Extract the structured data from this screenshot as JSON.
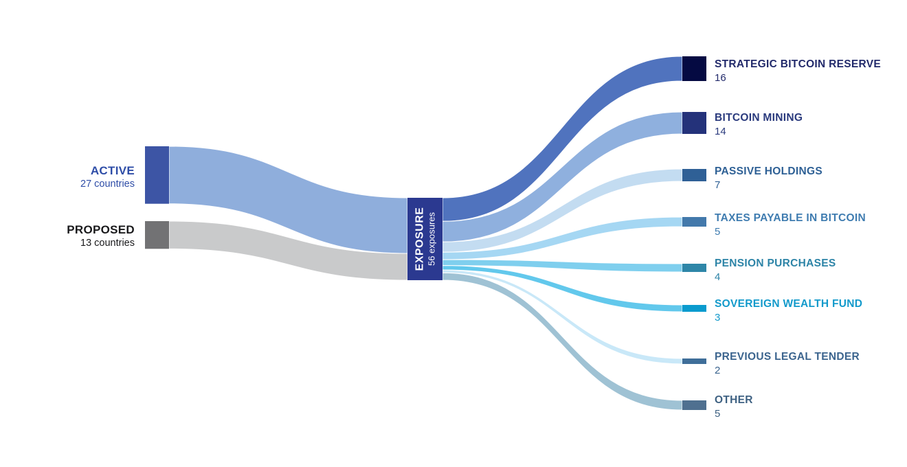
{
  "chart_data": {
    "type": "sankey",
    "title": "",
    "total_flow": 56,
    "sources": [
      {
        "id": "active",
        "label": "ACTIVE",
        "value": 27,
        "sublabel": "27 countries",
        "node_color": "#3D55A5",
        "flow_color": "#8FAEDC",
        "label_color": "#2E4DA7"
      },
      {
        "id": "proposed",
        "label": "PROPOSED",
        "value": 13,
        "sublabel": "13 countries",
        "node_color": "#727274",
        "flow_color": "#C9CACB",
        "label_color": "#19191B"
      }
    ],
    "hub": {
      "id": "exposure",
      "label": "EXPOSURE",
      "sublabel": "56 exposures",
      "value": 56,
      "node_color": "#2B3990",
      "text_color": "#FFFFFF"
    },
    "targets": [
      {
        "id": "strategic-bitcoin-reserve",
        "label": "STRATEGIC BITCOIN RESERVE",
        "value": 16,
        "node_color": "#050A42",
        "flow_color": "#5073BE",
        "label_color": "#222A6B"
      },
      {
        "id": "bitcoin-mining",
        "label": "BITCOIN MINING",
        "value": 14,
        "node_color": "#24327A",
        "flow_color": "#8FB0DE",
        "label_color": "#2A3A7D"
      },
      {
        "id": "passive-holdings",
        "label": "PASSIVE HOLDINGS",
        "value": 7,
        "node_color": "#2F6096",
        "flow_color": "#C3DCF1",
        "label_color": "#2E6095"
      },
      {
        "id": "taxes-payable-in-bitcoin",
        "label": "TAXES PAYABLE IN BITCOIN",
        "value": 5,
        "node_color": "#4379AB",
        "flow_color": "#A5D7F3",
        "label_color": "#3F7CB0"
      },
      {
        "id": "pension-purchases",
        "label": "PENSION PURCHASES",
        "value": 4,
        "node_color": "#2E86A8",
        "flow_color": "#7FCFEE",
        "label_color": "#2D84A7"
      },
      {
        "id": "sovereign-wealth-fund",
        "label": "SOVEREIGN WEALTH FUND",
        "value": 3,
        "node_color": "#0A9BCE",
        "flow_color": "#62C8EC",
        "label_color": "#139ACB"
      },
      {
        "id": "previous-legal-tender",
        "label": "PREVIOUS LEGAL TENDER",
        "value": 2,
        "node_color": "#3F6E99",
        "flow_color": "#C9E8F8",
        "label_color": "#3B648E"
      },
      {
        "id": "other",
        "label": "OTHER",
        "value": 5,
        "node_color": "#4F7090",
        "flow_color": "#9FC2D4",
        "label_color": "#3E6182"
      }
    ]
  }
}
